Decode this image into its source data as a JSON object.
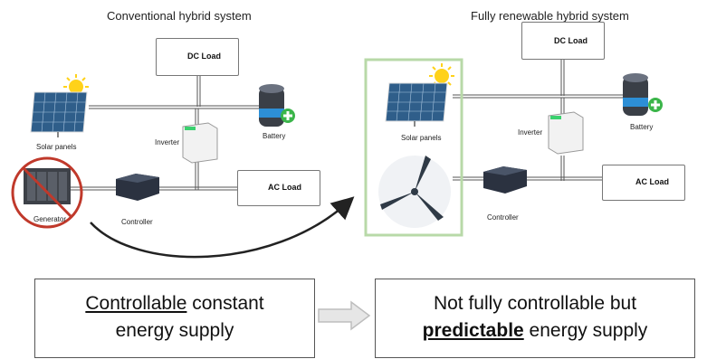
{
  "left_title": "Conventional hybrid system",
  "right_title": "Fully renewable hybrid system",
  "left": {
    "dc_load": "DC Load",
    "ac_load": "AC Load",
    "solar": "Solar panels",
    "inverter": "Inverter",
    "battery": "Battery",
    "generator": "Generator",
    "controller": "Controller"
  },
  "right": {
    "dc_load": "DC Load",
    "ac_load": "AC Load",
    "solar": "Solar panels",
    "inverter": "Inverter",
    "battery": "Battery",
    "controller": "Controller"
  },
  "bottom_left": {
    "line1_underlined": "Controllable",
    "line1_rest": " constant",
    "line2": "energy supply"
  },
  "bottom_right": {
    "line1": "Not fully controllable but",
    "line2_bold": "predictable",
    "line2_rest": " energy supply"
  },
  "colors": {
    "prohibit": "#c0392b",
    "green_frame": "#b8d9a8",
    "gear": "#f0a020",
    "battery_plus": "#3bb54a",
    "inverter_led": "#3bd16f",
    "arrow": "#222222",
    "gray_arrow": "#bdbdbd"
  },
  "icons": [
    "sun-icon",
    "solar-panel-icon",
    "gear-icon",
    "battery-icon",
    "plus-icon",
    "inverter-icon",
    "generator-icon",
    "prohibit-icon",
    "controller-icon",
    "wind-turbine-icon",
    "arrow-icon"
  ]
}
